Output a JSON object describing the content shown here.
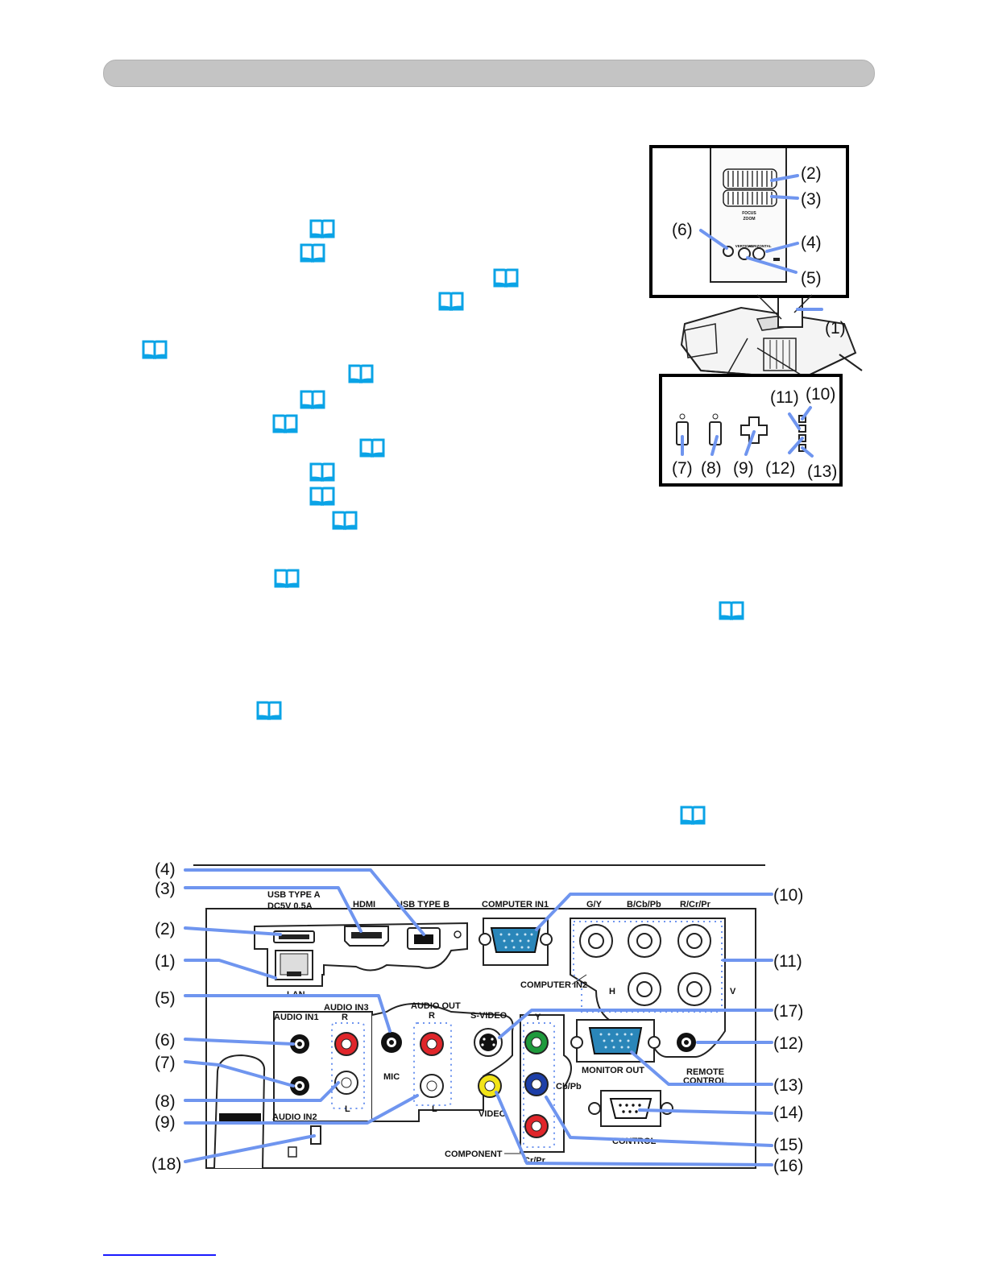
{
  "top_figure": {
    "callouts": [
      "(1)",
      "(2)",
      "(3)",
      "(4)",
      "(5)",
      "(6)",
      "(7)",
      "(8)",
      "(9)",
      "(10)",
      "(11)",
      "(12)",
      "(13)"
    ],
    "lens_labels": [
      "FOCUS",
      "ZOOM",
      "VERTICAL",
      "HORIZONTAL"
    ]
  },
  "rear_panel": {
    "callouts": [
      "(1)",
      "(2)",
      "(3)",
      "(4)",
      "(5)",
      "(6)",
      "(7)",
      "(8)",
      "(9)",
      "(10)",
      "(11)",
      "(12)",
      "(13)",
      "(14)",
      "(15)",
      "(16)",
      "(17)",
      "(18)"
    ],
    "labels": {
      "usb_a": "USB TYPE A",
      "usb_a_rating": "DC5V 0.5A",
      "hdmi": "HDMI",
      "usb_b": "USB TYPE B",
      "computer_in1": "COMPUTER IN1",
      "gy": "G/Y",
      "bcbpb": "B/Cb/Pb",
      "rcrpr": "R/Cr/Pr",
      "lan": "LAN",
      "computer_in2": "COMPUTER IN2",
      "h": "H",
      "v": "V",
      "audio_in1": "AUDIO IN1",
      "audio_in3": "AUDIO IN3",
      "r1": "R",
      "audio_out": "AUDIO OUT",
      "r2": "R",
      "s_video": "S-VIDEO",
      "y": "Y",
      "mic": "MIC",
      "monitor_out": "MONITOR OUT",
      "remote_control_1": "REMOTE",
      "remote_control_2": "CONTROL",
      "cbpb": "Cb/Pb",
      "l1": "L",
      "l2": "L",
      "video": "VIDEO",
      "audio_in2": "AUDIO IN2",
      "control": "CONTROL",
      "crpr": "Cr/Pr",
      "component": "COMPONENT"
    }
  },
  "colors": {
    "callout_line": "#6f95ef",
    "book_icon": "#0aa3e6",
    "rca_red": "#e0262b",
    "rca_yellow": "#f2e418",
    "rca_green": "#1e9a3c",
    "rca_blue": "#1d3fa8",
    "vga_blue": "#2a86b9"
  }
}
